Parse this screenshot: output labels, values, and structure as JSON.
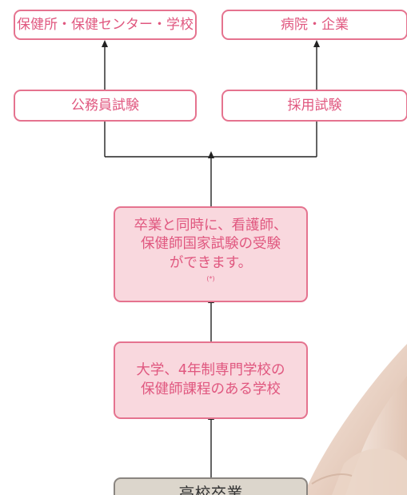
{
  "top_row": {
    "left_destination": "保健所・保健センター・学校",
    "right_destination": "病院・企業"
  },
  "exam_row": {
    "left_exam": "公務員試験",
    "right_exam": "採用試験"
  },
  "qualification_box": {
    "line1": "卒業と同時に、看護師、",
    "line2": "保健師国家試験の受験",
    "line3": "ができます。",
    "footnote_mark": "(*)"
  },
  "school_box": {
    "line1": "大学、4年制専門学校の",
    "line2": "保健師課程のある学校"
  },
  "start_box": {
    "label": "高校卒業"
  },
  "colors": {
    "pink_border": "#e5738f",
    "pink_text": "#e0577f",
    "pink_fill": "#f9d8de",
    "start_fill": "#dcd6cc",
    "start_border": "#8a8580",
    "line": "#222222"
  }
}
